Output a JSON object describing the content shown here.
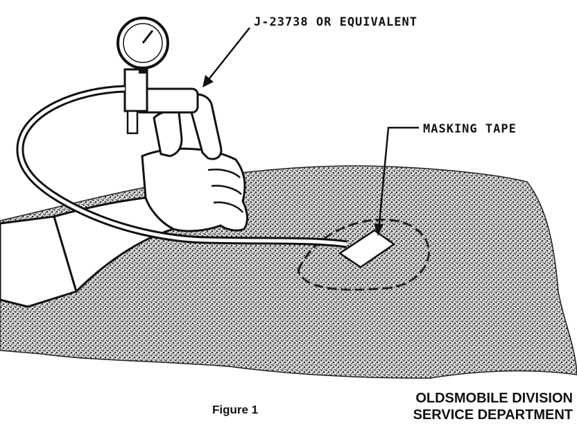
{
  "figure": {
    "callouts": {
      "tool": "J-23738 OR EQUIVALENT",
      "tape": "MASKING TAPE"
    },
    "caption": "Figure 1",
    "credit": {
      "line1": "OLDSMOBILE DIVISION",
      "line2": "SERVICE DEPARTMENT"
    }
  }
}
